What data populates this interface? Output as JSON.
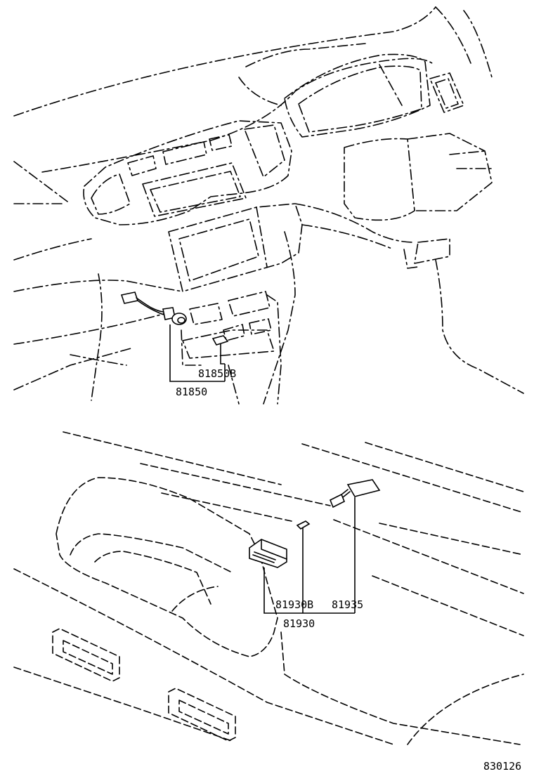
{
  "callouts": {
    "upper_part_b": "81850B",
    "upper_part": "81850",
    "lower_part_b": "81930B",
    "lower_part_c": "81935",
    "lower_part": "81930"
  },
  "drawing_number": "830126"
}
